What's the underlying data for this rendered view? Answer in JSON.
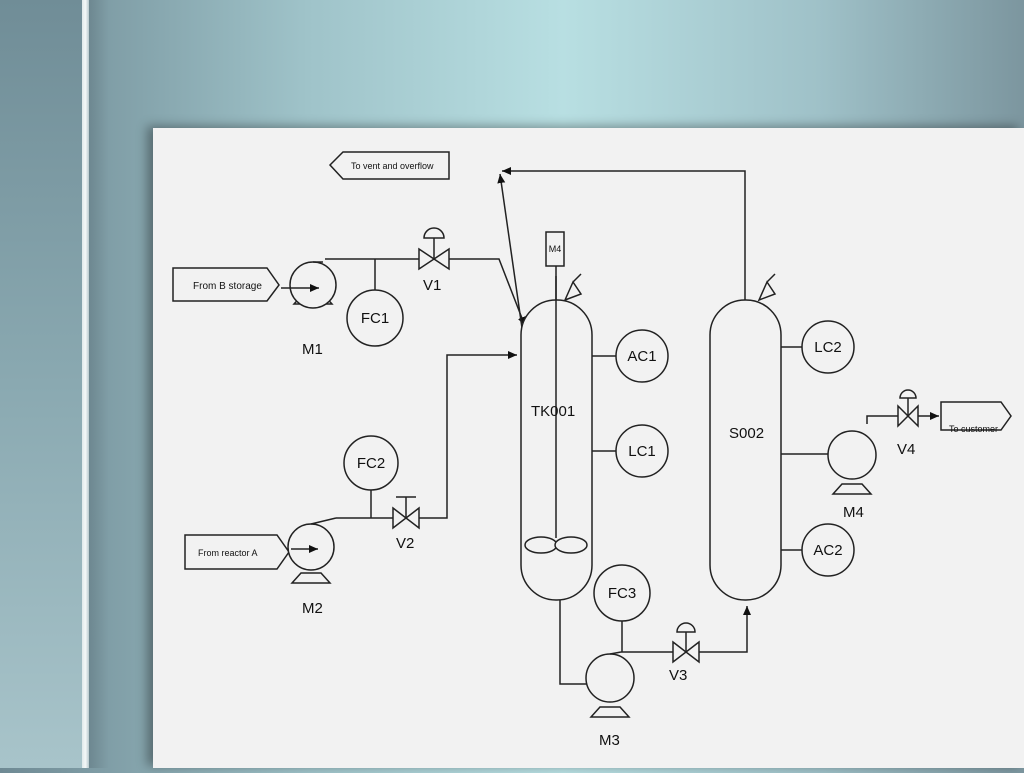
{
  "diagram": {
    "sources": {
      "b_storage": "From B storage",
      "reactor_a": "From  reactor A",
      "vent": "To vent and overflow",
      "customer": "To customer"
    },
    "pumps": [
      "M1",
      "M2",
      "M3",
      "M4"
    ],
    "valves": [
      "V1",
      "V2",
      "V3",
      "V4"
    ],
    "flow_controllers": [
      "FC1",
      "FC2",
      "FC3"
    ],
    "vessels": {
      "tank": "TK001",
      "separator": "S002"
    },
    "tank_instruments": [
      "AC1",
      "LC1"
    ],
    "separator_instruments": [
      "LC2",
      "AC2"
    ],
    "agitator_motor": "M4"
  }
}
